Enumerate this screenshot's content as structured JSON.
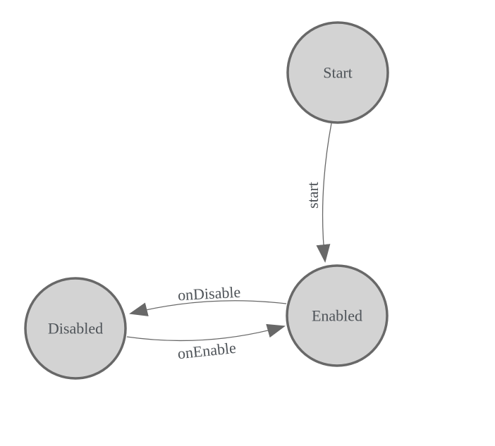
{
  "diagram": {
    "type": "state-machine-diagram",
    "background_color": "#ffffff",
    "node_fill_color": "#d3d3d3",
    "node_stroke_color": "#686868",
    "edge_color": "#686868",
    "label_color": "#4e5358",
    "nodes": [
      {
        "id": "start-node",
        "label": "Start"
      },
      {
        "id": "enabled-node",
        "label": "Enabled"
      },
      {
        "id": "disabled-node",
        "label": "Disabled"
      }
    ],
    "edges": [
      {
        "from": "Start",
        "to": "Enabled",
        "label": "start"
      },
      {
        "from": "Enabled",
        "to": "Disabled",
        "label": "onDisable"
      },
      {
        "from": "Disabled",
        "to": "Enabled",
        "label": "onEnable"
      }
    ]
  }
}
